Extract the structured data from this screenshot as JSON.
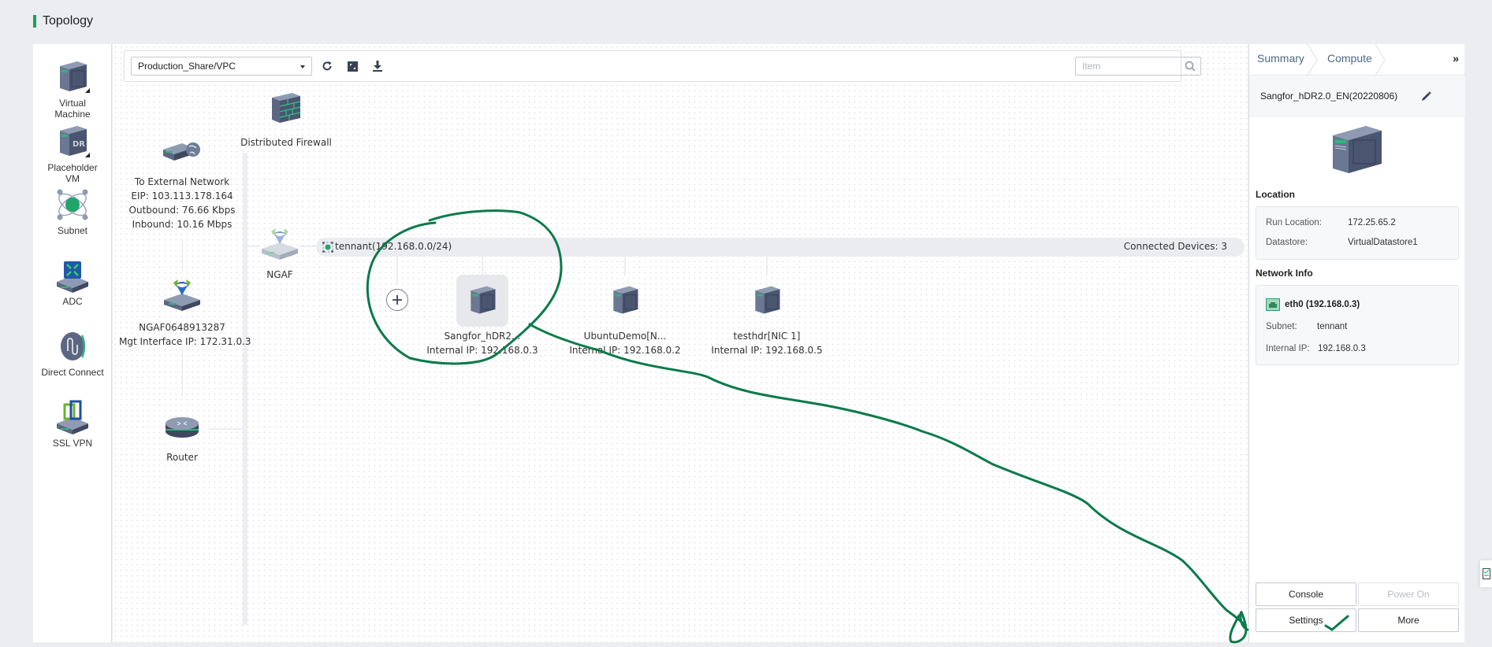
{
  "page": {
    "title": "Topology"
  },
  "palette": {
    "items": [
      {
        "label_line1": "Virtual",
        "label_line2": "Machine",
        "icon": "vm-icon"
      },
      {
        "label_line1": "Placeholder",
        "label_line2": "VM",
        "icon": "dr-vm-icon"
      },
      {
        "label_line1": "Subnet",
        "label_line2": "",
        "icon": "subnet-icon"
      },
      {
        "label_line1": "ADC",
        "label_line2": "",
        "icon": "adc-icon"
      },
      {
        "label_line1": "Direct Connect",
        "label_line2": "",
        "icon": "direct-connect-icon"
      },
      {
        "label_line1": "SSL VPN",
        "label_line2": "",
        "icon": "ssl-vpn-icon"
      }
    ]
  },
  "toolbar": {
    "vpc_select": "Production_Share/VPC",
    "refresh_icon": "refresh-icon",
    "fit_icon": "fit-screen-icon",
    "download_icon": "download-icon",
    "search_placeholder": "Item",
    "search_value": ""
  },
  "topology": {
    "distributed_firewall": {
      "label": "Distributed Firewall"
    },
    "external_network": {
      "title": "To External Network",
      "eip": "EIP: 103.113.178.164",
      "outbound": "Outbound: 76.66 Kbps",
      "inbound": "Inbound: 10.16 Mbps"
    },
    "ngaf_device": {
      "name": "NGAF0648913287",
      "mgt_ip": "Mgt Interface IP: 172.31.0.3"
    },
    "router": {
      "label": "Router"
    },
    "ngaf": {
      "label": "NGAF"
    },
    "subnet": {
      "name": "tennant(192.168.0.0/24)",
      "connected": "Connected Devices: 3"
    },
    "vms": [
      {
        "name": "Sangfor_hDR2...",
        "ip": "Internal IP: 192.168.0.3",
        "selected": true
      },
      {
        "name": "UbuntuDemo[N...",
        "ip": "Internal IP: 192.168.0.2",
        "selected": false
      },
      {
        "name": "testhdr[NIC 1]",
        "ip": "Internal IP: 192.168.0.5",
        "selected": false
      }
    ]
  },
  "panel": {
    "breadcrumbs": [
      "Summary",
      "Compute"
    ],
    "collapse": "»",
    "vm_name": "Sangfor_hDR2.0_EN(20220806)",
    "location": {
      "title": "Location",
      "run_location_label": "Run Location:",
      "run_location": "172.25.65.2",
      "datastore_label": "Datastore:",
      "datastore": "VirtualDatastore1"
    },
    "network": {
      "title": "Network Info",
      "interface": "eth0 (192.168.0.3)",
      "subnet_label": "Subnet:",
      "subnet": "tennant",
      "ip_label": "Internal IP:",
      "ip": "192.168.0.3"
    },
    "buttons": {
      "console": "Console",
      "power_on": "Power On",
      "settings": "Settings",
      "more": "More"
    }
  },
  "colors": {
    "accent_green": "#19a15f",
    "annotation_green": "#0b7a4a",
    "link_blue": "#4e6a87"
  }
}
